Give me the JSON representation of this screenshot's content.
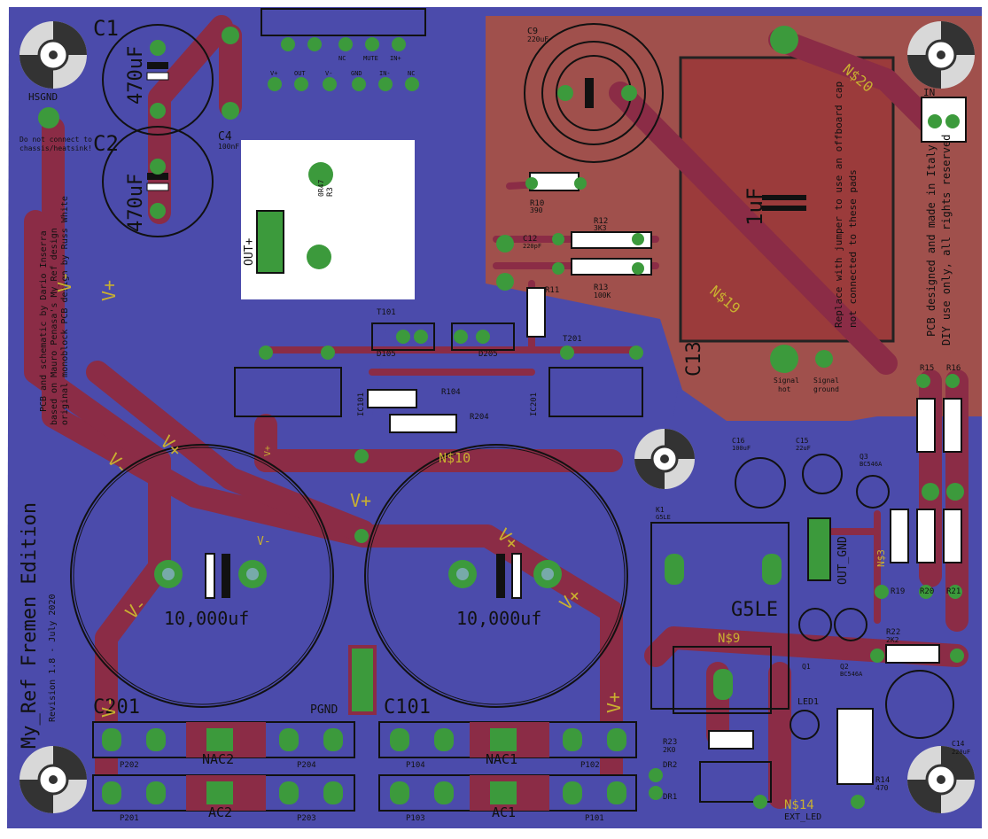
{
  "board": {
    "title": "My_Ref Fremen Edition",
    "revision": "Revision 1.8 - July 2020",
    "credit_lines": [
      "PCB and schematic by Dario Inserra",
      "based on Mauro Penasa's My_Ref design",
      "original monoblock PCB design by Russ White"
    ],
    "rights_lines": [
      "PCB designed and made in Italy",
      "DIY use only, all rights reserved"
    ],
    "note_lines": [
      "Replace with jumper to use an offboard cap",
      "not connected to these pads"
    ],
    "hsgnd_label": "HSGND",
    "hsgnd_note": [
      "Do not connect to",
      "chassis/heatsink!"
    ],
    "signal_hot": [
      "Signal",
      "hot"
    ],
    "signal_ground": [
      "Signal",
      "ground"
    ]
  },
  "components": {
    "c1": "C1",
    "c1_value": "470uF",
    "c2": "C2",
    "c2_value": "470uF",
    "c4": "C4",
    "c4_value": "100nF",
    "c9": "C9",
    "c9_value": "220uF",
    "c12": "C12",
    "c12_value": "220pF",
    "c13": "C13",
    "c13_value": "1uF",
    "c14": "C14",
    "c14_value": "220uF",
    "c15": "C15",
    "c15_value": "22uF",
    "c16": "C16",
    "c16_value": "100uF",
    "c101": "C101",
    "c201": "C201",
    "big_cap_value": "10,000uf",
    "r3": "R3",
    "r3_value": "0R47",
    "r10": "R10",
    "r10_value": "390",
    "r11": "R11",
    "r12": "R12",
    "r12_value": "3K3",
    "r13": "R13",
    "r13_value": "100K",
    "r14": "R14",
    "r14_value": "470",
    "r15": "R15",
    "r16": "R16",
    "r19": "R19",
    "r20": "R20",
    "r21": "R21",
    "r22": "R22",
    "r22_value": "2K2",
    "r23": "R23",
    "r23_value": "2K0",
    "r104": "R104",
    "r204": "R204",
    "k1": "K1",
    "k1_type": "G5LE",
    "relay_label": "G5LE",
    "q1": "Q1",
    "q2": "Q2",
    "q3": "Q3",
    "bc546": "BC546A",
    "t101": "T101",
    "t201": "T201",
    "d105": "D105",
    "d205": "D205",
    "ic101": "IC101",
    "ic201": "IC201",
    "led1": "LED1",
    "ext_led": "EXT_LED",
    "pgnd": "PGND",
    "nac1": "NAC1",
    "nac2": "NAC2",
    "ac1": "AC1",
    "ac2": "AC2",
    "p101": "P101",
    "p102": "P102",
    "p103": "P103",
    "p104": "P104",
    "p201": "P201",
    "p202": "P202",
    "p203": "P203",
    "p204": "P204",
    "dr1": "DR1",
    "dr2": "DR2",
    "out_label": "OUT+",
    "out_gnd": "OUT_GND",
    "in_label": "IN",
    "vp": "V+",
    "vm": "V-",
    "n10": "N$10",
    "n19": "N$19",
    "n20": "N$20",
    "n9": "N$9",
    "n14": "N$14",
    "n3": "N$3",
    "ic_pins": [
      "V+",
      "OUT",
      "V-",
      "GND",
      "IN-",
      "NC"
    ],
    "ic_pins2": [
      "NC",
      "MUTE",
      "IN+"
    ]
  },
  "colors": {
    "bottom_copper": "#4b4bab",
    "top_copper": "#9b3b3b",
    "pad": "#3c9a3c",
    "silk": "#111111"
  }
}
